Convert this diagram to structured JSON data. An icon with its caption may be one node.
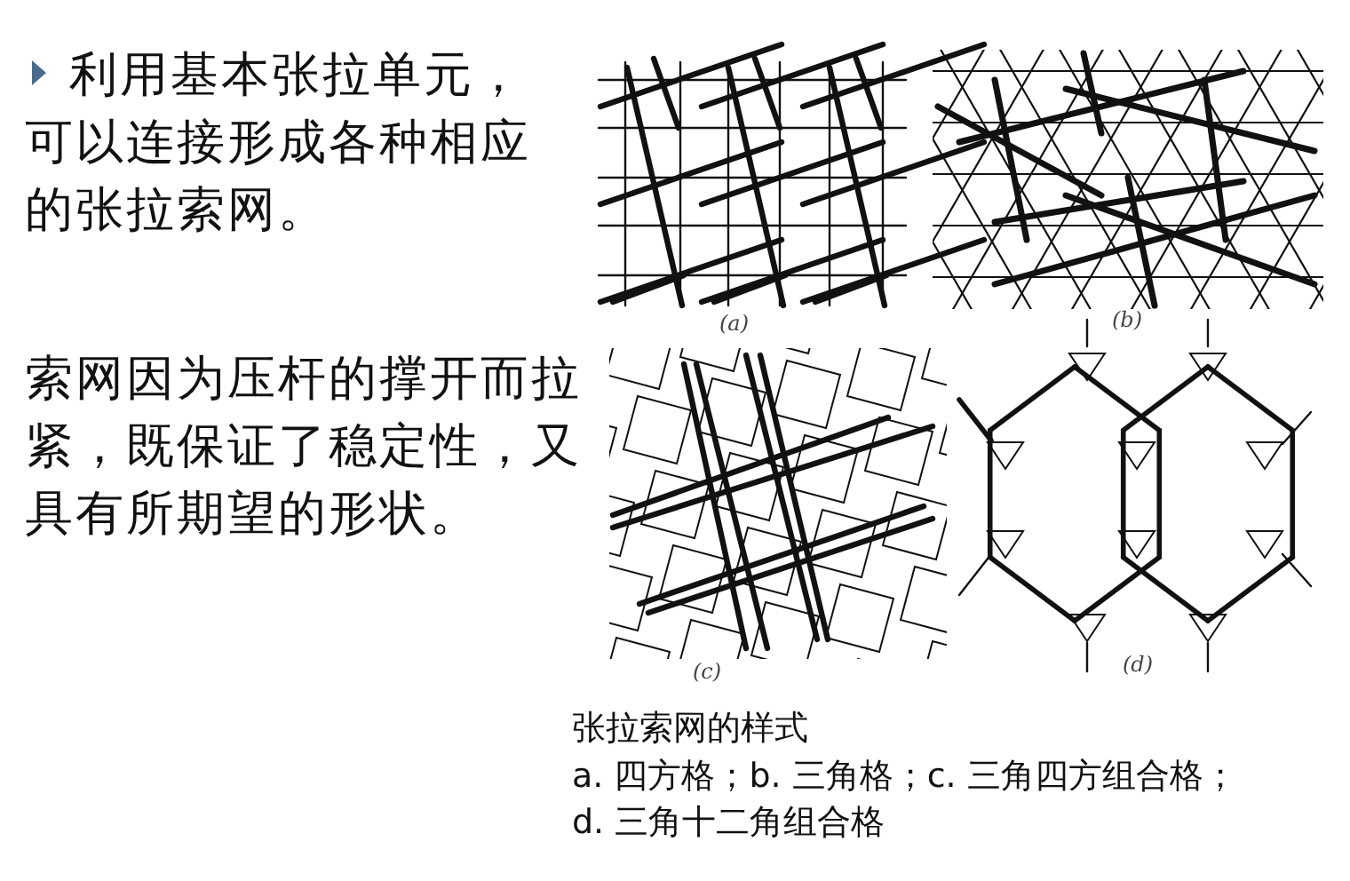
{
  "diagram": {
    "labels": [
      "利用基本张拉单元，可以连接形成各种相应的张拉索网。",
      "索网因为压杆的撑开而拉紧，既保证了稳定性，又具有所期望的形状。",
      "(a)",
      "(b)",
      "(c)",
      "(d)",
      "张拉索网的样式",
      "a. 四方格；b. 三角格；c. 三角四方组合格；",
      "d. 三角十二角组合格"
    ]
  }
}
